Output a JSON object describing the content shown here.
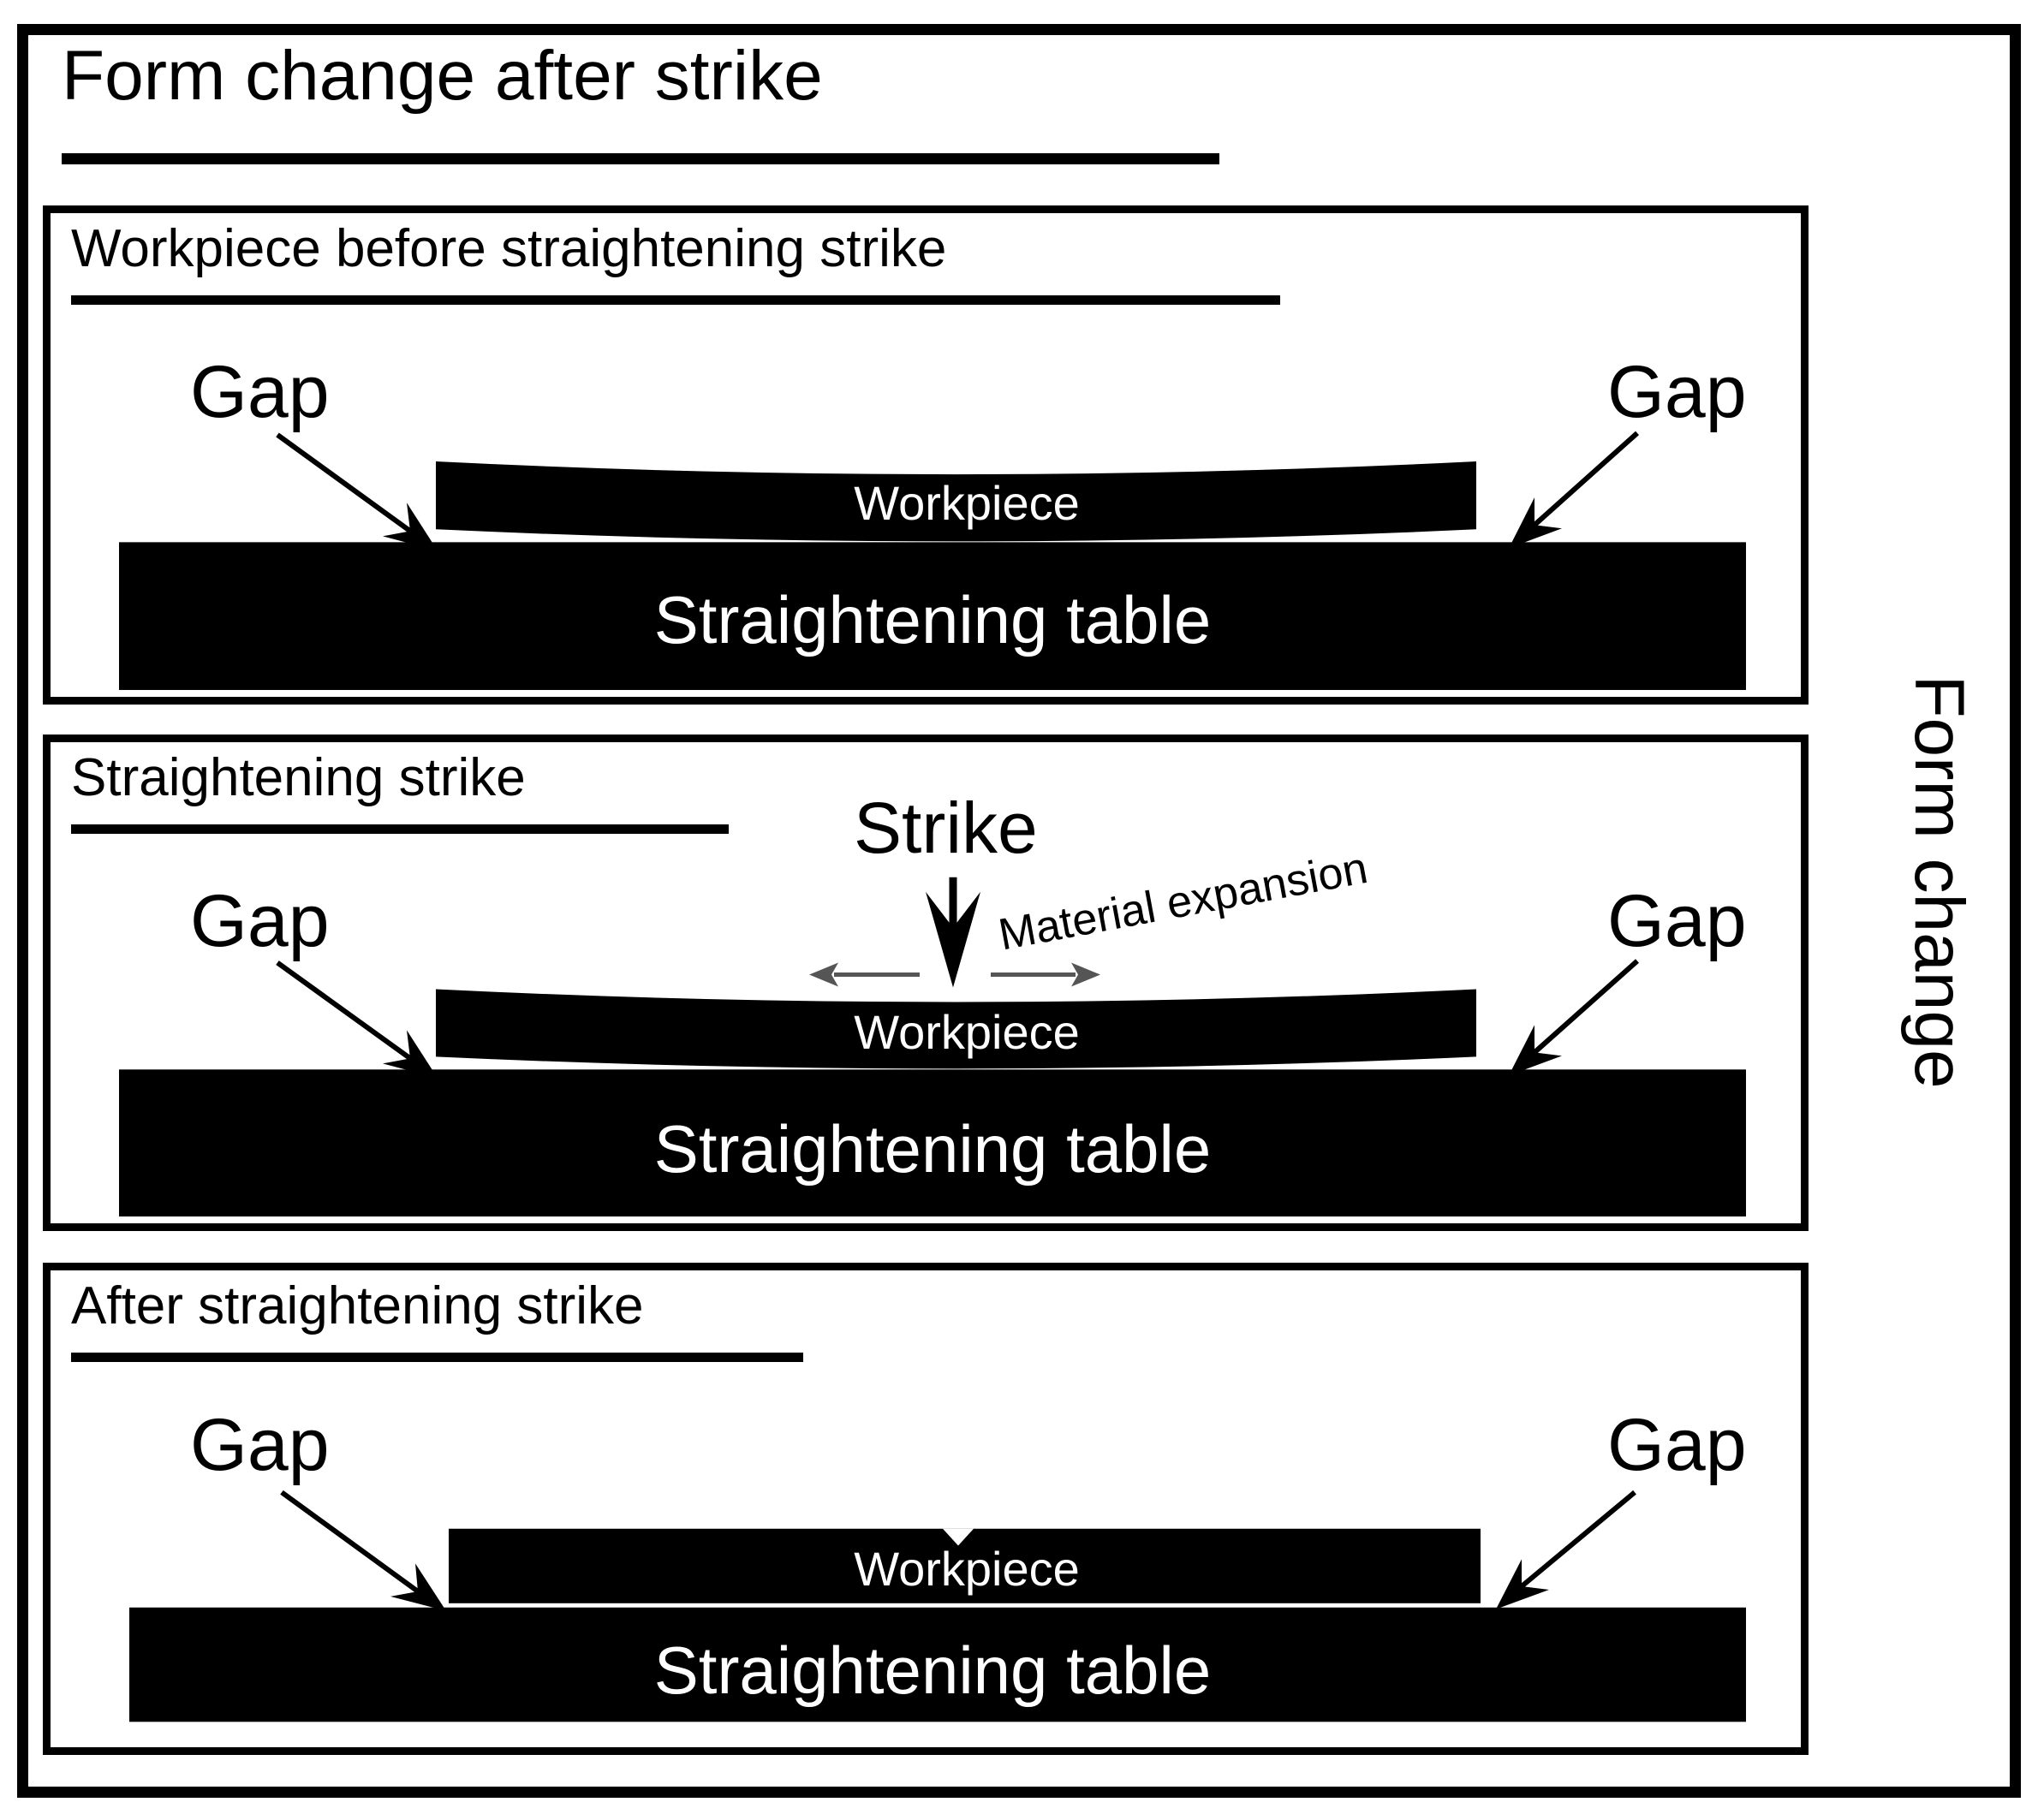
{
  "title": "Form change after strike",
  "side": {
    "label": "Form change"
  },
  "panels": [
    {
      "title": "Workpiece before straightening strike",
      "gap_left": "Gap",
      "gap_right": "Gap",
      "workpiece": "Workpiece",
      "table": "Straightening table"
    },
    {
      "title": "Straightening strike",
      "gap_left": "Gap",
      "gap_right": "Gap",
      "workpiece": "Workpiece",
      "table": "Straightening table",
      "strike": "Strike",
      "material_expansion": "Material expansion"
    },
    {
      "title": "After straightening strike",
      "gap_left": "Gap",
      "gap_right": "Gap",
      "workpiece": "Workpiece",
      "table": "Straightening table"
    }
  ],
  "colors": {
    "ink": "#000000",
    "paper": "#ffffff",
    "expansion_arrow": "#555555"
  }
}
